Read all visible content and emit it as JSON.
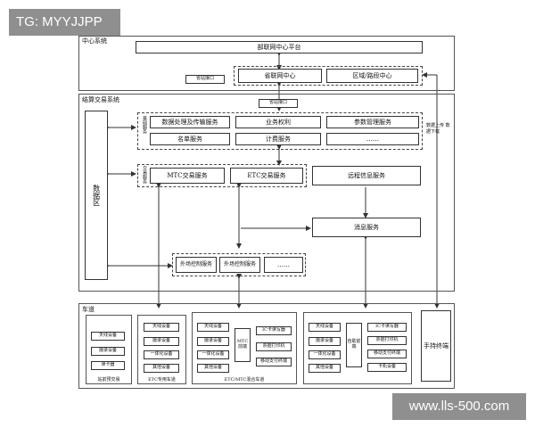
{
  "watermark": {
    "top_left": "TG: MYYJJPP",
    "bottom_right": "www.lls-500.com"
  },
  "center": {
    "label": "中心系统",
    "platform": "部联网中心平台",
    "province": "省联网中心",
    "region": "区域/路段中心",
    "upload": "省站接口"
  },
  "toll": {
    "label": "结算交易系统",
    "data_zone": "数据区",
    "upload": "省站接口",
    "base_label": "基础服务",
    "trade_label": "交易服务",
    "base": [
      "数据处理及传输服务",
      "业务权利",
      "参数管理服务",
      "名单服务",
      "计费服务",
      "……"
    ],
    "mtc": "MTC交易服务",
    "etc": "ETC交易服务",
    "remote": "远程信息服务",
    "msg": "消息服务",
    "field": [
      "外场控制服务",
      "外场控制服务",
      "……"
    ],
    "data_dl": "数据上传 数据下载"
  },
  "lane": {
    "label": "车道",
    "handheld": "手持终端",
    "g1": {
      "name": "站前预交易",
      "items": [
        "天线设备",
        "摄录设备",
        "读卡器"
      ]
    },
    "g2": {
      "name": "ETC专用车道",
      "items": [
        "天线设备",
        "摄录设备",
        "一体化设备",
        "其他设备"
      ]
    },
    "g3": {
      "name": "ETC/MTC混合车道",
      "left": [
        "天线设备",
        "摄录设备",
        "一体化设备",
        "其他设备"
      ],
      "mid": "MTC前端",
      "right": [
        "IC卡读写器",
        "票据打印机",
        "移动支付终端"
      ]
    },
    "g4": {
      "left": [
        "天线设备",
        "摄录设备",
        "一体化设备",
        "其他设备"
      ],
      "mid": "自助前端",
      "right": [
        "IC卡读写器",
        "票据打印机",
        "移动支付终端",
        "卡机设备"
      ]
    }
  }
}
